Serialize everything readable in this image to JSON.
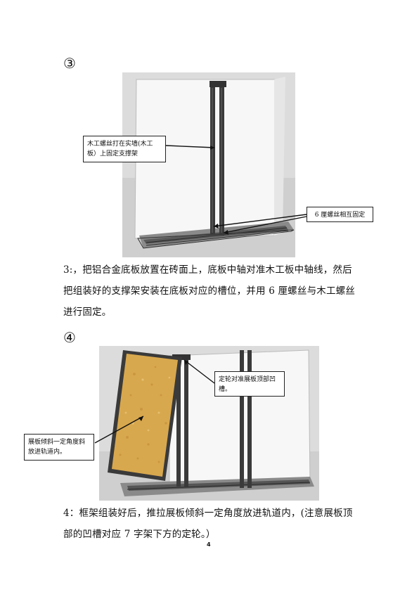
{
  "step3": {
    "marker": "③",
    "callout_screw": "木工螺丝打在实墙(木工板）上固定支撑架",
    "callout_bolt": "6 厘螺丝相互固定",
    "paragraph": "3:，把铝合金底板放置在砖面上，底板中轴对准木工板中轴线，然后把组装好的支撑架安装在底板对应的槽位，并用 6 厘螺丝与木工螺丝进行固定。"
  },
  "step4": {
    "marker": "④",
    "callout_wheel": "定轮对准展板顶部凹槽。",
    "callout_tilt": "展板倾斜一定角度斜放进轨道内。",
    "paragraph": "4：框架组装好后，推拉展板倾斜一定角度放进轨道内，(注意展板顶部的凹槽对应 7 字架下方的定轮。）"
  },
  "page_number": "4",
  "colors": {
    "frame": "#3a3a3a",
    "panel_cork": "#d8a84e",
    "wall": "#f6f6f6",
    "floor": "#cfcfcf"
  }
}
